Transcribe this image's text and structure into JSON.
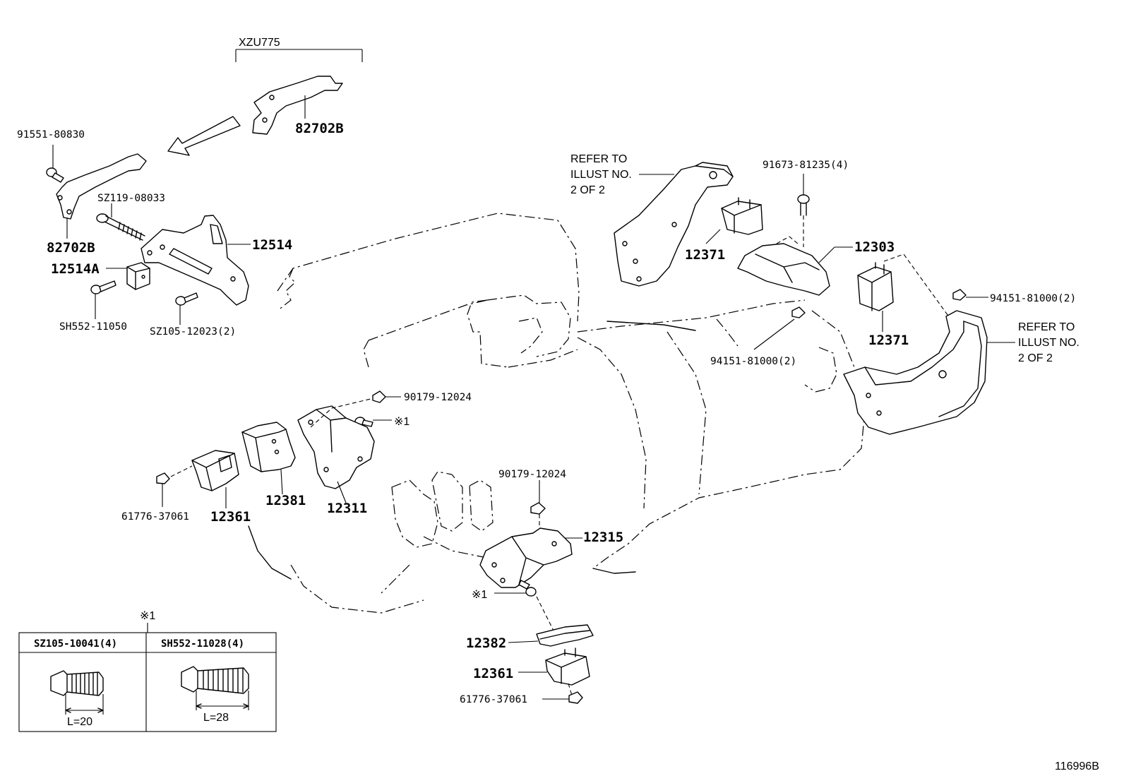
{
  "labels": {
    "variant": "XZU775",
    "p82702B_top": "82702B",
    "p91551": "91551-80830",
    "pSZ119": "SZ119-08033",
    "p82702B": "82702B",
    "p12514": "12514",
    "p12514A": "12514A",
    "pSH552": "SH552-11050",
    "pSZ105": "SZ105-12023(2)",
    "refer_left_1": "REFER TO",
    "refer_left_2": "ILLUST NO.",
    "refer_left_3": "2 OF 2",
    "p91673": "91673-81235(4)",
    "p12371_a": "12371",
    "p12303": "12303",
    "p12371_b": "12371",
    "p94151_right": "94151-81000(2)",
    "refer_right_1": "REFER TO",
    "refer_right_2": "ILLUST NO.",
    "refer_right_3": "2 OF 2",
    "p94151_mid": "94151-81000(2)",
    "p90179_a": "90179-12024",
    "note1_a": "※1",
    "p61776_a": "61776-37061",
    "p12361_a": "12361",
    "p12381": "12381",
    "p12311": "12311",
    "p90179_b": "90179-12024",
    "p12315": "12315",
    "note1_b": "※1",
    "p12382": "12382",
    "p12361_b": "12361",
    "p61776_b": "61776-37061",
    "fig_id": "116996B"
  },
  "table": {
    "note": "※1",
    "col1_header": "SZ105-10041(4)",
    "col2_header": "SH552-11028(4)",
    "col1_len": "L=20",
    "col2_len": "L=28"
  }
}
